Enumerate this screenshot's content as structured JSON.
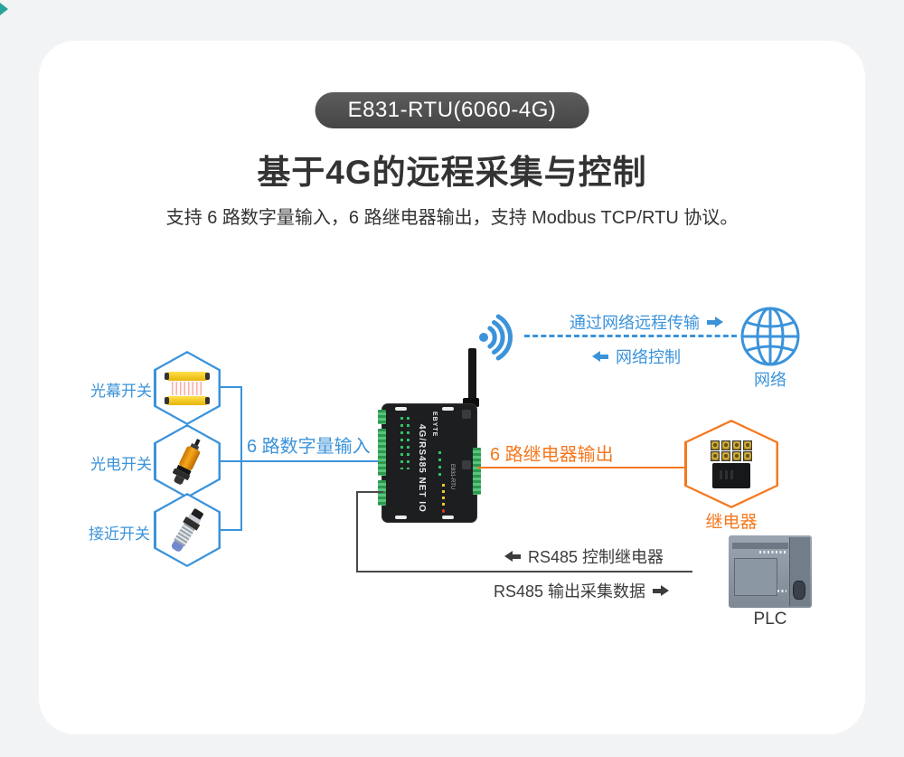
{
  "header": {
    "badge": "E831-RTU(6060-4G)",
    "title": "基于4G的远程采集与控制",
    "subtitle": "支持 6 路数字量输入，6 路继电器输出，支持 Modbus TCP/RTU 协议。"
  },
  "colors": {
    "accent_blue": "#3b93da",
    "accent_orange": "#f5781e",
    "dark_text": "#333333",
    "wire_dark": "#4a4a4a",
    "badge_bg": "#4c4c4c",
    "page_bg": "#f2f3f4",
    "card_bg": "#ffffff"
  },
  "diagram": {
    "sensors": [
      {
        "label": "光幕开关",
        "icon": "light-curtain-sensor"
      },
      {
        "label": "光电开关",
        "icon": "photoelectric-sensor"
      },
      {
        "label": "接近开关",
        "icon": "proximity-sensor"
      }
    ],
    "labels": {
      "digital_input": "6 路数字量输入",
      "relay_output": "6 路继电器输出",
      "net_transmit": "通过网络远程传输",
      "net_control": "网络控制",
      "network": "网络",
      "relay": "继电器",
      "plc": "PLC",
      "rs485_control": "RS485 控制继电器",
      "rs485_output": "RS485 输出采集数据"
    },
    "device": {
      "brand": "EBYTE",
      "model_side": "4G/RS485 NET IO",
      "model": "E831-RTU"
    },
    "icons": {
      "wifi": "wifi-signal-icon",
      "globe": "globe-icon",
      "antenna": "antenna"
    }
  }
}
